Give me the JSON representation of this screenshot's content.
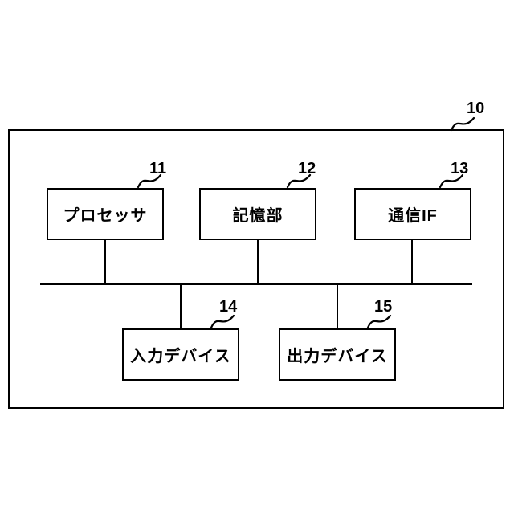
{
  "diagram": {
    "outer_ref": "10",
    "blocks": [
      {
        "ref": "11",
        "text": "プロセッサ"
      },
      {
        "ref": "12",
        "text": "記憶部"
      },
      {
        "ref": "13",
        "text": "通信IF"
      },
      {
        "ref": "14",
        "text": "入力デバイス"
      },
      {
        "ref": "15",
        "text": "出力デバイス"
      }
    ],
    "colors": {
      "line": "#000000",
      "background": "#ffffff"
    }
  }
}
